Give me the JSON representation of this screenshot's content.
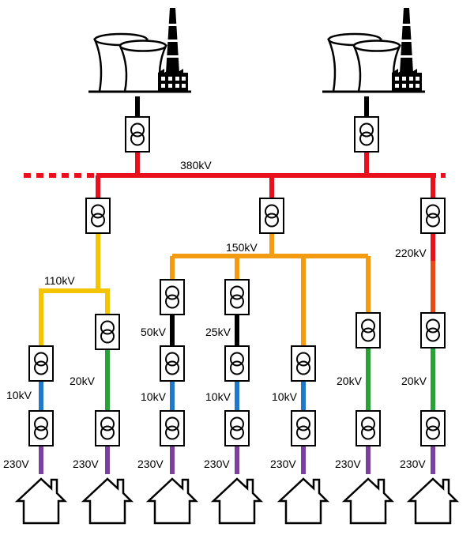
{
  "colors": {
    "v380": "#e8101c",
    "v220": "#e84a16",
    "v150": "#f39c12",
    "v110": "#f5c400",
    "v50": "#000000",
    "v25": "#000000",
    "v20": "#2aa137",
    "v10": "#1f78c8",
    "v230": "#7b3fa0",
    "plant": "#000000"
  },
  "labels": {
    "v380": "380kV",
    "v220": "220kV",
    "v150": "150kV",
    "v110": "110kV",
    "v50": "50kV",
    "v25": "25kV",
    "v20": "20kV",
    "v10": "10kV",
    "v230": "230V"
  },
  "icons": {
    "plant": "power-plant-icon",
    "transformer": "transformer-icon",
    "house": "house-icon"
  }
}
